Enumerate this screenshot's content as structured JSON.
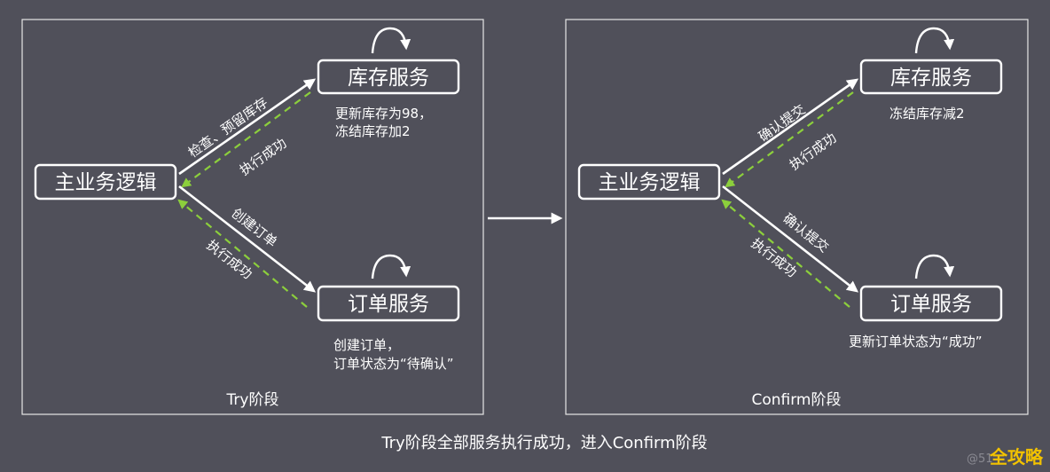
{
  "colors": {
    "background": "#50505a",
    "line": "#ffffff",
    "dashed": "#8ccf3c",
    "watermark": "#f2c200"
  },
  "try_panel": {
    "title": "Try阶段",
    "main_node": "主业务逻辑",
    "inventory_node": "库存服务",
    "order_node": "订单服务",
    "edge_to_inventory": "检查、预留库存",
    "edge_inventory_ok": "执行成功",
    "edge_to_order": "创建订单",
    "edge_order_ok": "执行成功",
    "inventory_note_line1": "更新库存为98，",
    "inventory_note_line2": "冻结库存加2",
    "order_note_line1": "创建订单，",
    "order_note_line2": "订单状态为“待确认”"
  },
  "confirm_panel": {
    "title": "Confirm阶段",
    "main_node": "主业务逻辑",
    "inventory_node": "库存服务",
    "order_node": "订单服务",
    "edge_to_inventory": "确认提交",
    "edge_inventory_ok": "执行成功",
    "edge_to_order": "确认提交",
    "edge_order_ok": "执行成功",
    "inventory_note_line1": "冻结库存减2",
    "order_note_line1": "更新订单状态为“成功”"
  },
  "bottom_caption": "Try阶段全部服务执行成功，进入Confirm阶段",
  "watermark": {
    "faint_text": "@51",
    "brand_text": "全攻略"
  }
}
